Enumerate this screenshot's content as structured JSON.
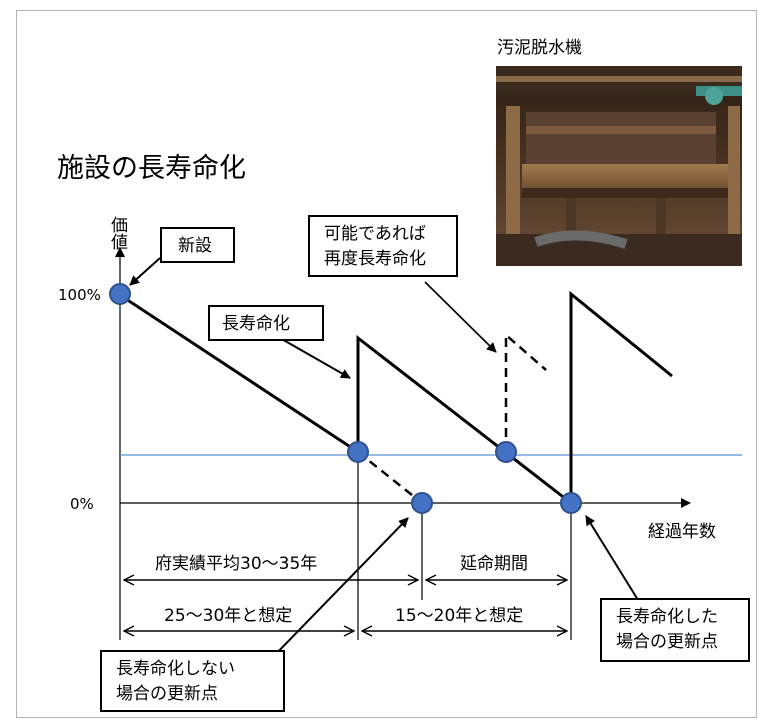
{
  "title": "施設の長寿命化",
  "photo_caption": "汚泥脱水機",
  "axis": {
    "y_label": "価値",
    "y_top": "100%",
    "y_zero": "0%",
    "x_label": "経過年数"
  },
  "callouts": {
    "new": "新設",
    "life_ext": "長寿命化",
    "again_l1": "可能であれば",
    "again_l2": "再度長寿命化",
    "no_ext_l1": "長寿命化しない",
    "no_ext_l2": "場合の更新点",
    "ext_l1": "長寿命化した",
    "ext_l2": "場合の更新点"
  },
  "spans": {
    "actual_avg": "府実績平均30～35年",
    "extension": "延命期間",
    "assumed_1": "25～30年と想定",
    "assumed_2": "15～20年と想定"
  },
  "colors": {
    "line": "#000000",
    "reference": "#5b8fd4",
    "marker": "#4472c4",
    "marker_stroke": "#2f528f"
  },
  "chart_data": {
    "type": "line",
    "y_ticks": [
      "0%",
      "100%"
    ],
    "notes": "conceptual life-extension diagram; value declines over elapsed years and resets on life extension"
  }
}
